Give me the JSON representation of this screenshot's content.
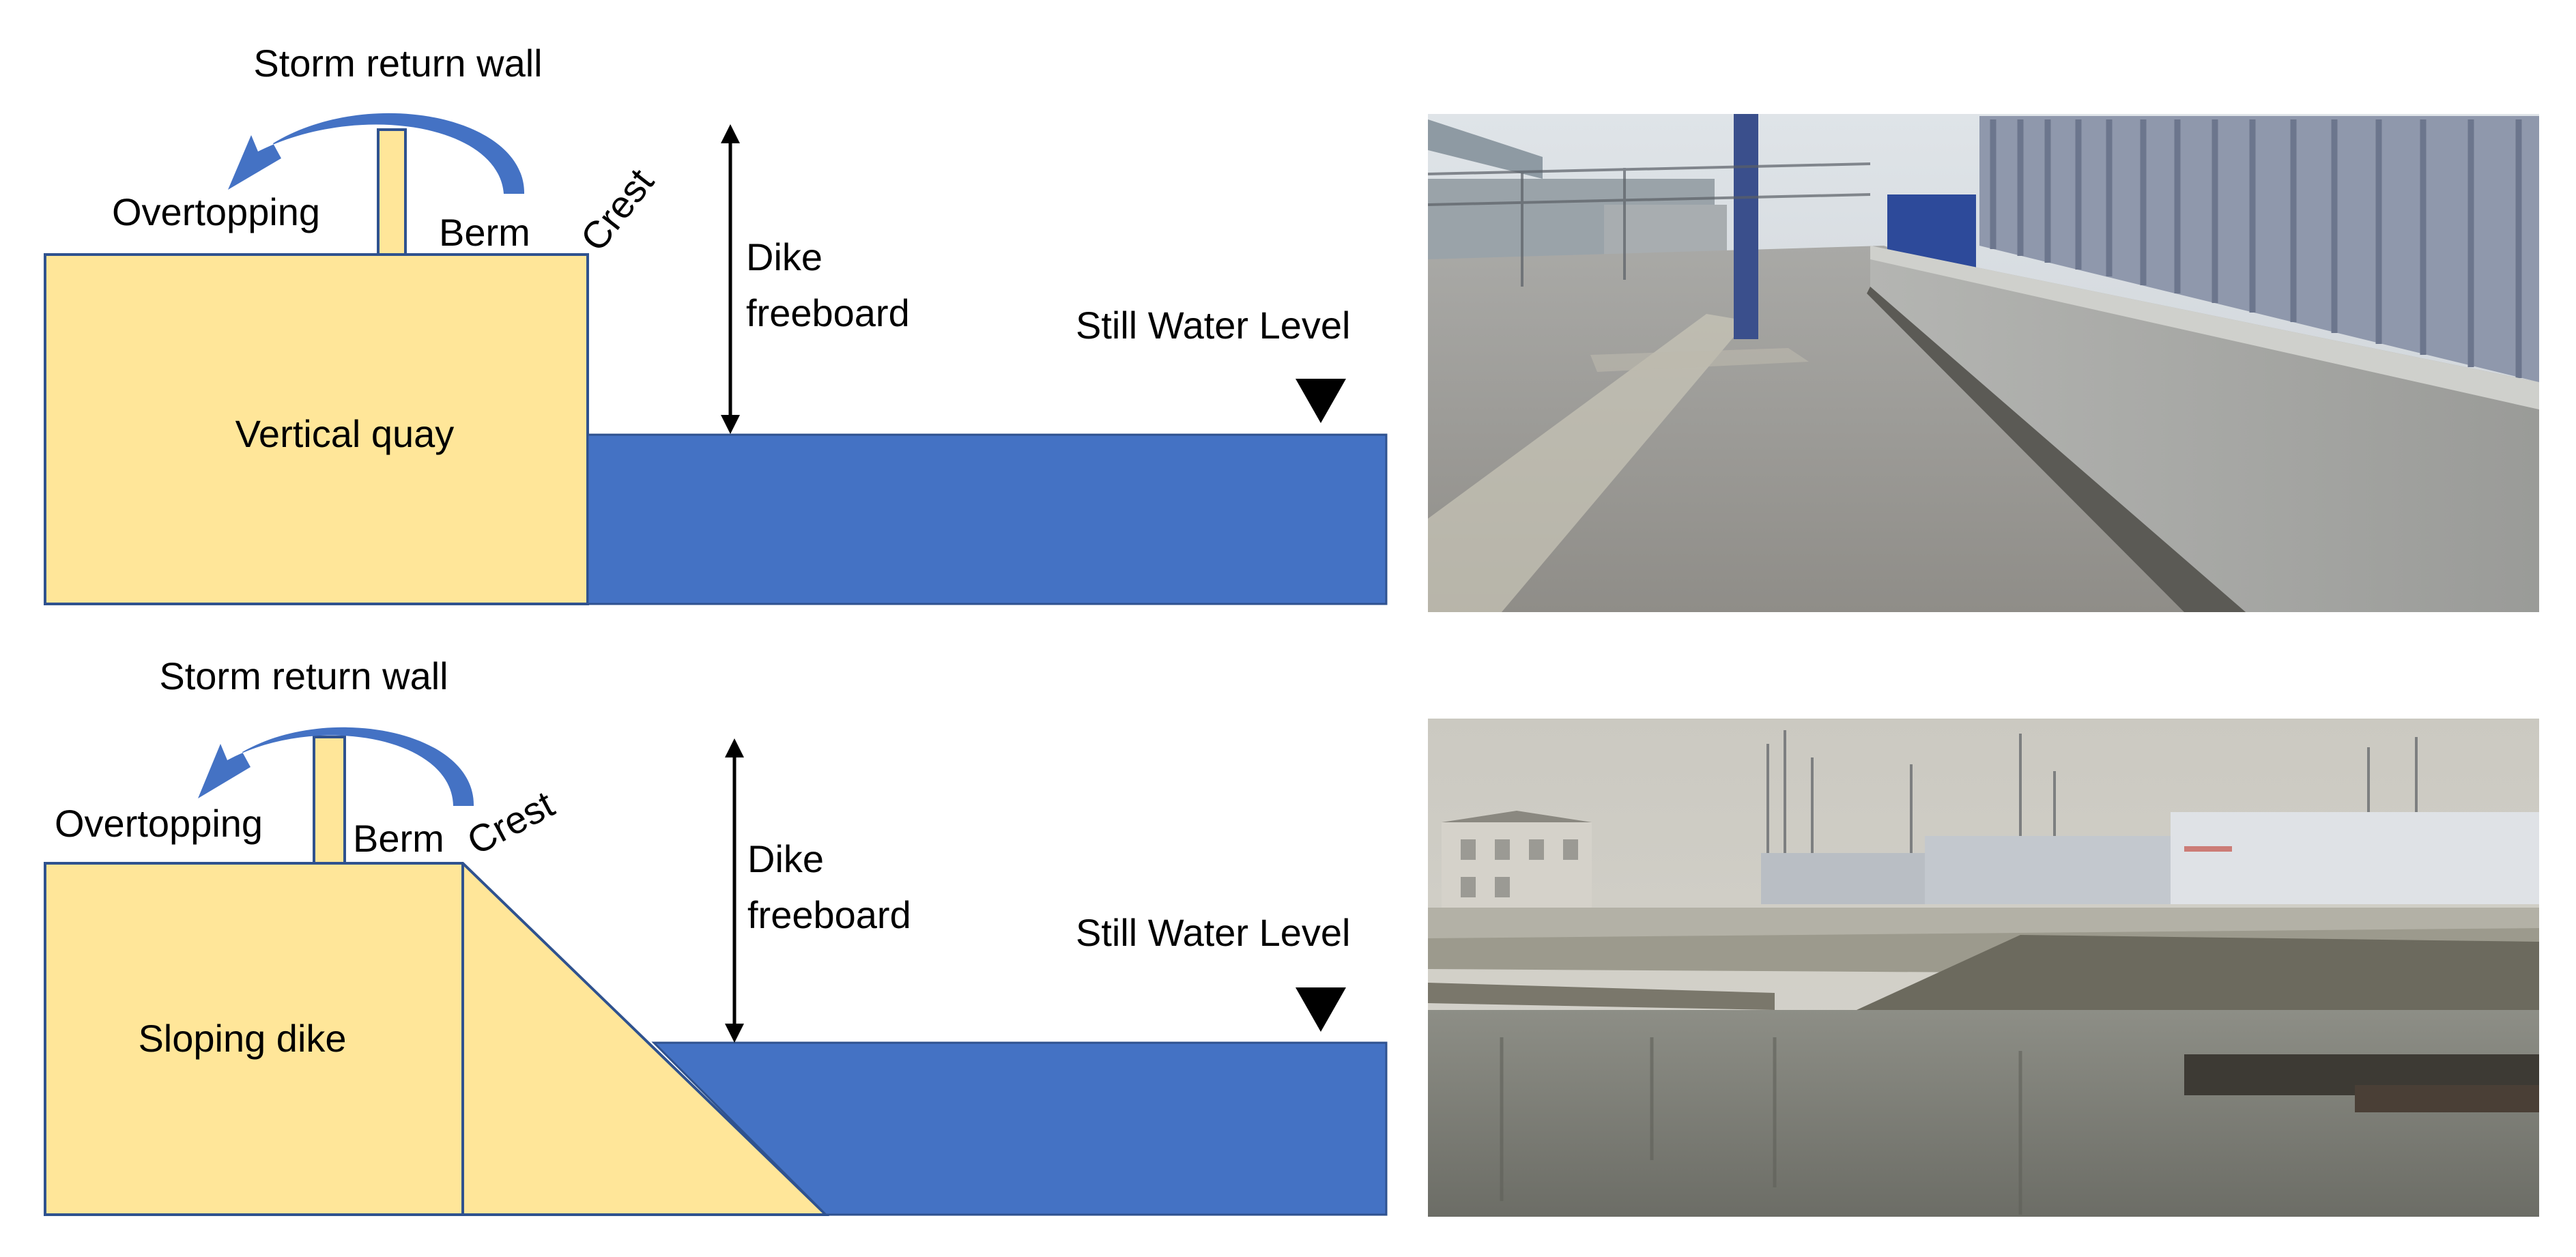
{
  "colors": {
    "structure_fill": "#ffe699",
    "structure_stroke": "#2f528f",
    "water_fill": "#4472c4",
    "arrow_fill": "#4472c4",
    "text": "#000000"
  },
  "icons": {
    "overtopping_arrow": "curved-arrow-icon",
    "freeboard_arrow": "double-headed-arrow-icon",
    "water_level_marker": "inverted-triangle-icon"
  },
  "diagram_top": {
    "storm_return_wall_label": "Storm return wall",
    "overtopping_label": "Overtopping",
    "berm_label": "Berm",
    "crest_label": "Crest",
    "structure_label": "Vertical quay",
    "freeboard_label_line1": "Dike",
    "freeboard_label_line2": "freeboard",
    "still_water_label": "Still Water Level"
  },
  "diagram_bottom": {
    "storm_return_wall_label": "Storm return wall",
    "overtopping_label": "Overtopping",
    "berm_label": "Berm",
    "crest_label": "Crest",
    "structure_label": "Sloping dike",
    "freeboard_label_line1": "Dike",
    "freeboard_label_line2": "freeboard",
    "still_water_label": "Still Water Level"
  }
}
